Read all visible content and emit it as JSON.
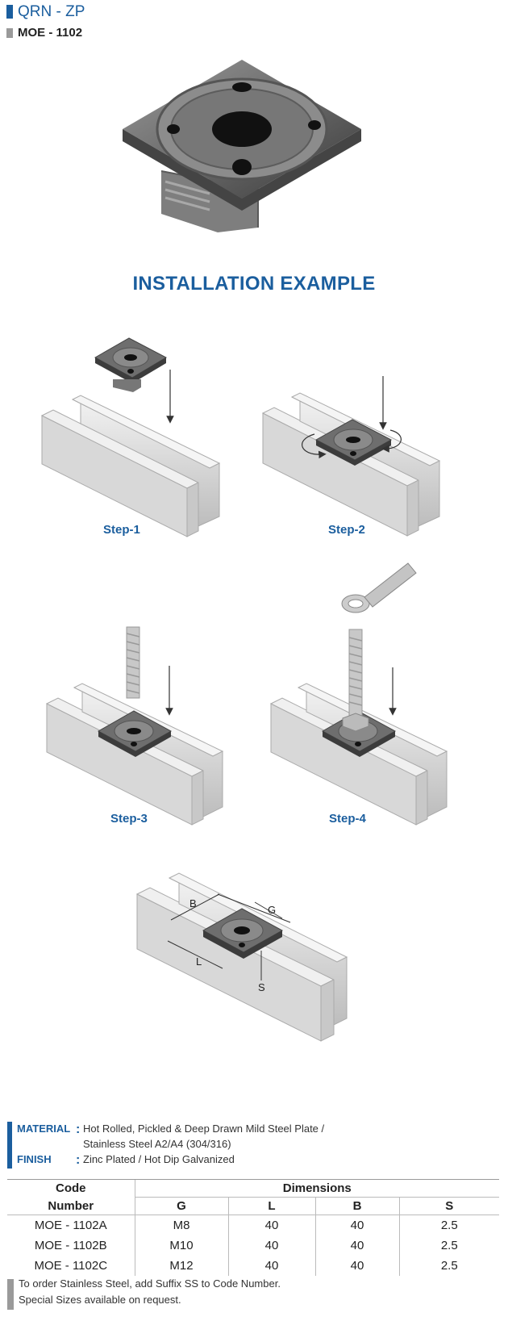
{
  "header": {
    "title": "QRN - ZP",
    "subtitle": "MOE - 1102"
  },
  "installation_title": "INSTALLATION EXAMPLE",
  "steps": [
    "Step-1",
    "Step-2",
    "Step-3",
    "Step-4"
  ],
  "dimension_labels": {
    "b": "B",
    "g": "G",
    "l": "L",
    "s": "S"
  },
  "specs": {
    "material_label": "MATERIAL",
    "material_line1": "Hot Rolled, Pickled & Deep Drawn Mild Steel Plate /",
    "material_line2": "Stainless Steel A2/A4 (304/316)",
    "finish_label": "FINISH",
    "finish_value": "Zinc Plated / Hot Dip Galvanized",
    "colon": ":"
  },
  "table": {
    "code_header_1": "Code",
    "code_header_2": "Number",
    "dimensions_header": "Dimensions",
    "columns": [
      "G",
      "L",
      "B",
      "S"
    ],
    "rows": [
      {
        "code": "MOE - 1102A",
        "g": "M8",
        "l": "40",
        "b": "40",
        "s": "2.5"
      },
      {
        "code": "MOE - 1102B",
        "g": "M10",
        "l": "40",
        "b": "40",
        "s": "2.5"
      },
      {
        "code": "MOE - 1102C",
        "g": "M12",
        "l": "40",
        "b": "40",
        "s": "2.5"
      }
    ]
  },
  "notes": {
    "line1": "To order Stainless Steel, add Suffix SS to Code Number.",
    "line2": "Special Sizes available on request."
  }
}
